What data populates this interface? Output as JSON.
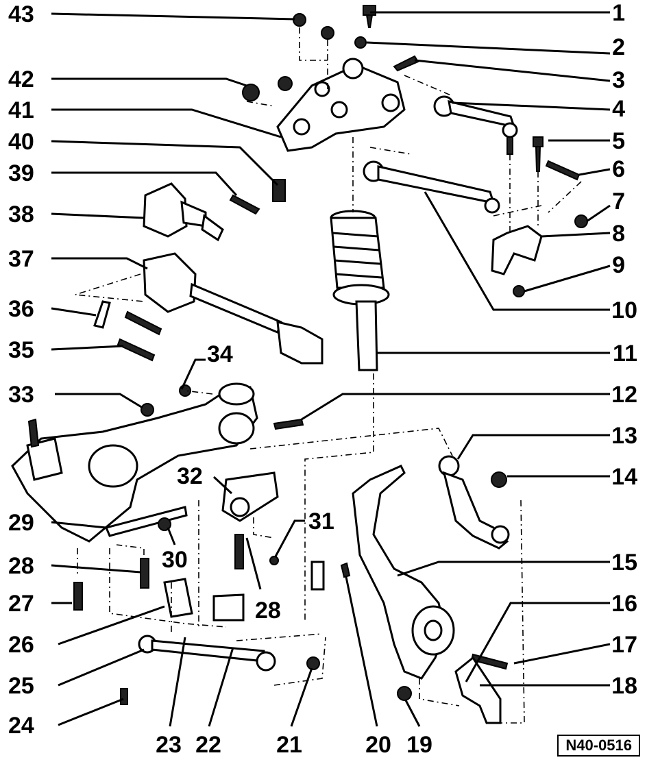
{
  "diagram": {
    "reference_code": "N40-0516",
    "callouts": [
      {
        "n": "1"
      },
      {
        "n": "2"
      },
      {
        "n": "3"
      },
      {
        "n": "4"
      },
      {
        "n": "5"
      },
      {
        "n": "6"
      },
      {
        "n": "7"
      },
      {
        "n": "8"
      },
      {
        "n": "9"
      },
      {
        "n": "10"
      },
      {
        "n": "11"
      },
      {
        "n": "12"
      },
      {
        "n": "13"
      },
      {
        "n": "14"
      },
      {
        "n": "15"
      },
      {
        "n": "16"
      },
      {
        "n": "17"
      },
      {
        "n": "18"
      },
      {
        "n": "19"
      },
      {
        "n": "20"
      },
      {
        "n": "21"
      },
      {
        "n": "22"
      },
      {
        "n": "23"
      },
      {
        "n": "24"
      },
      {
        "n": "25"
      },
      {
        "n": "26"
      },
      {
        "n": "27"
      },
      {
        "n": "28"
      },
      {
        "n": "29"
      },
      {
        "n": "30"
      },
      {
        "n": "31"
      },
      {
        "n": "32"
      },
      {
        "n": "33"
      },
      {
        "n": "34"
      },
      {
        "n": "35"
      },
      {
        "n": "36"
      },
      {
        "n": "37"
      },
      {
        "n": "38"
      },
      {
        "n": "39"
      },
      {
        "n": "40"
      },
      {
        "n": "41"
      },
      {
        "n": "42"
      },
      {
        "n": "43"
      },
      {
        "n": "28"
      }
    ]
  }
}
